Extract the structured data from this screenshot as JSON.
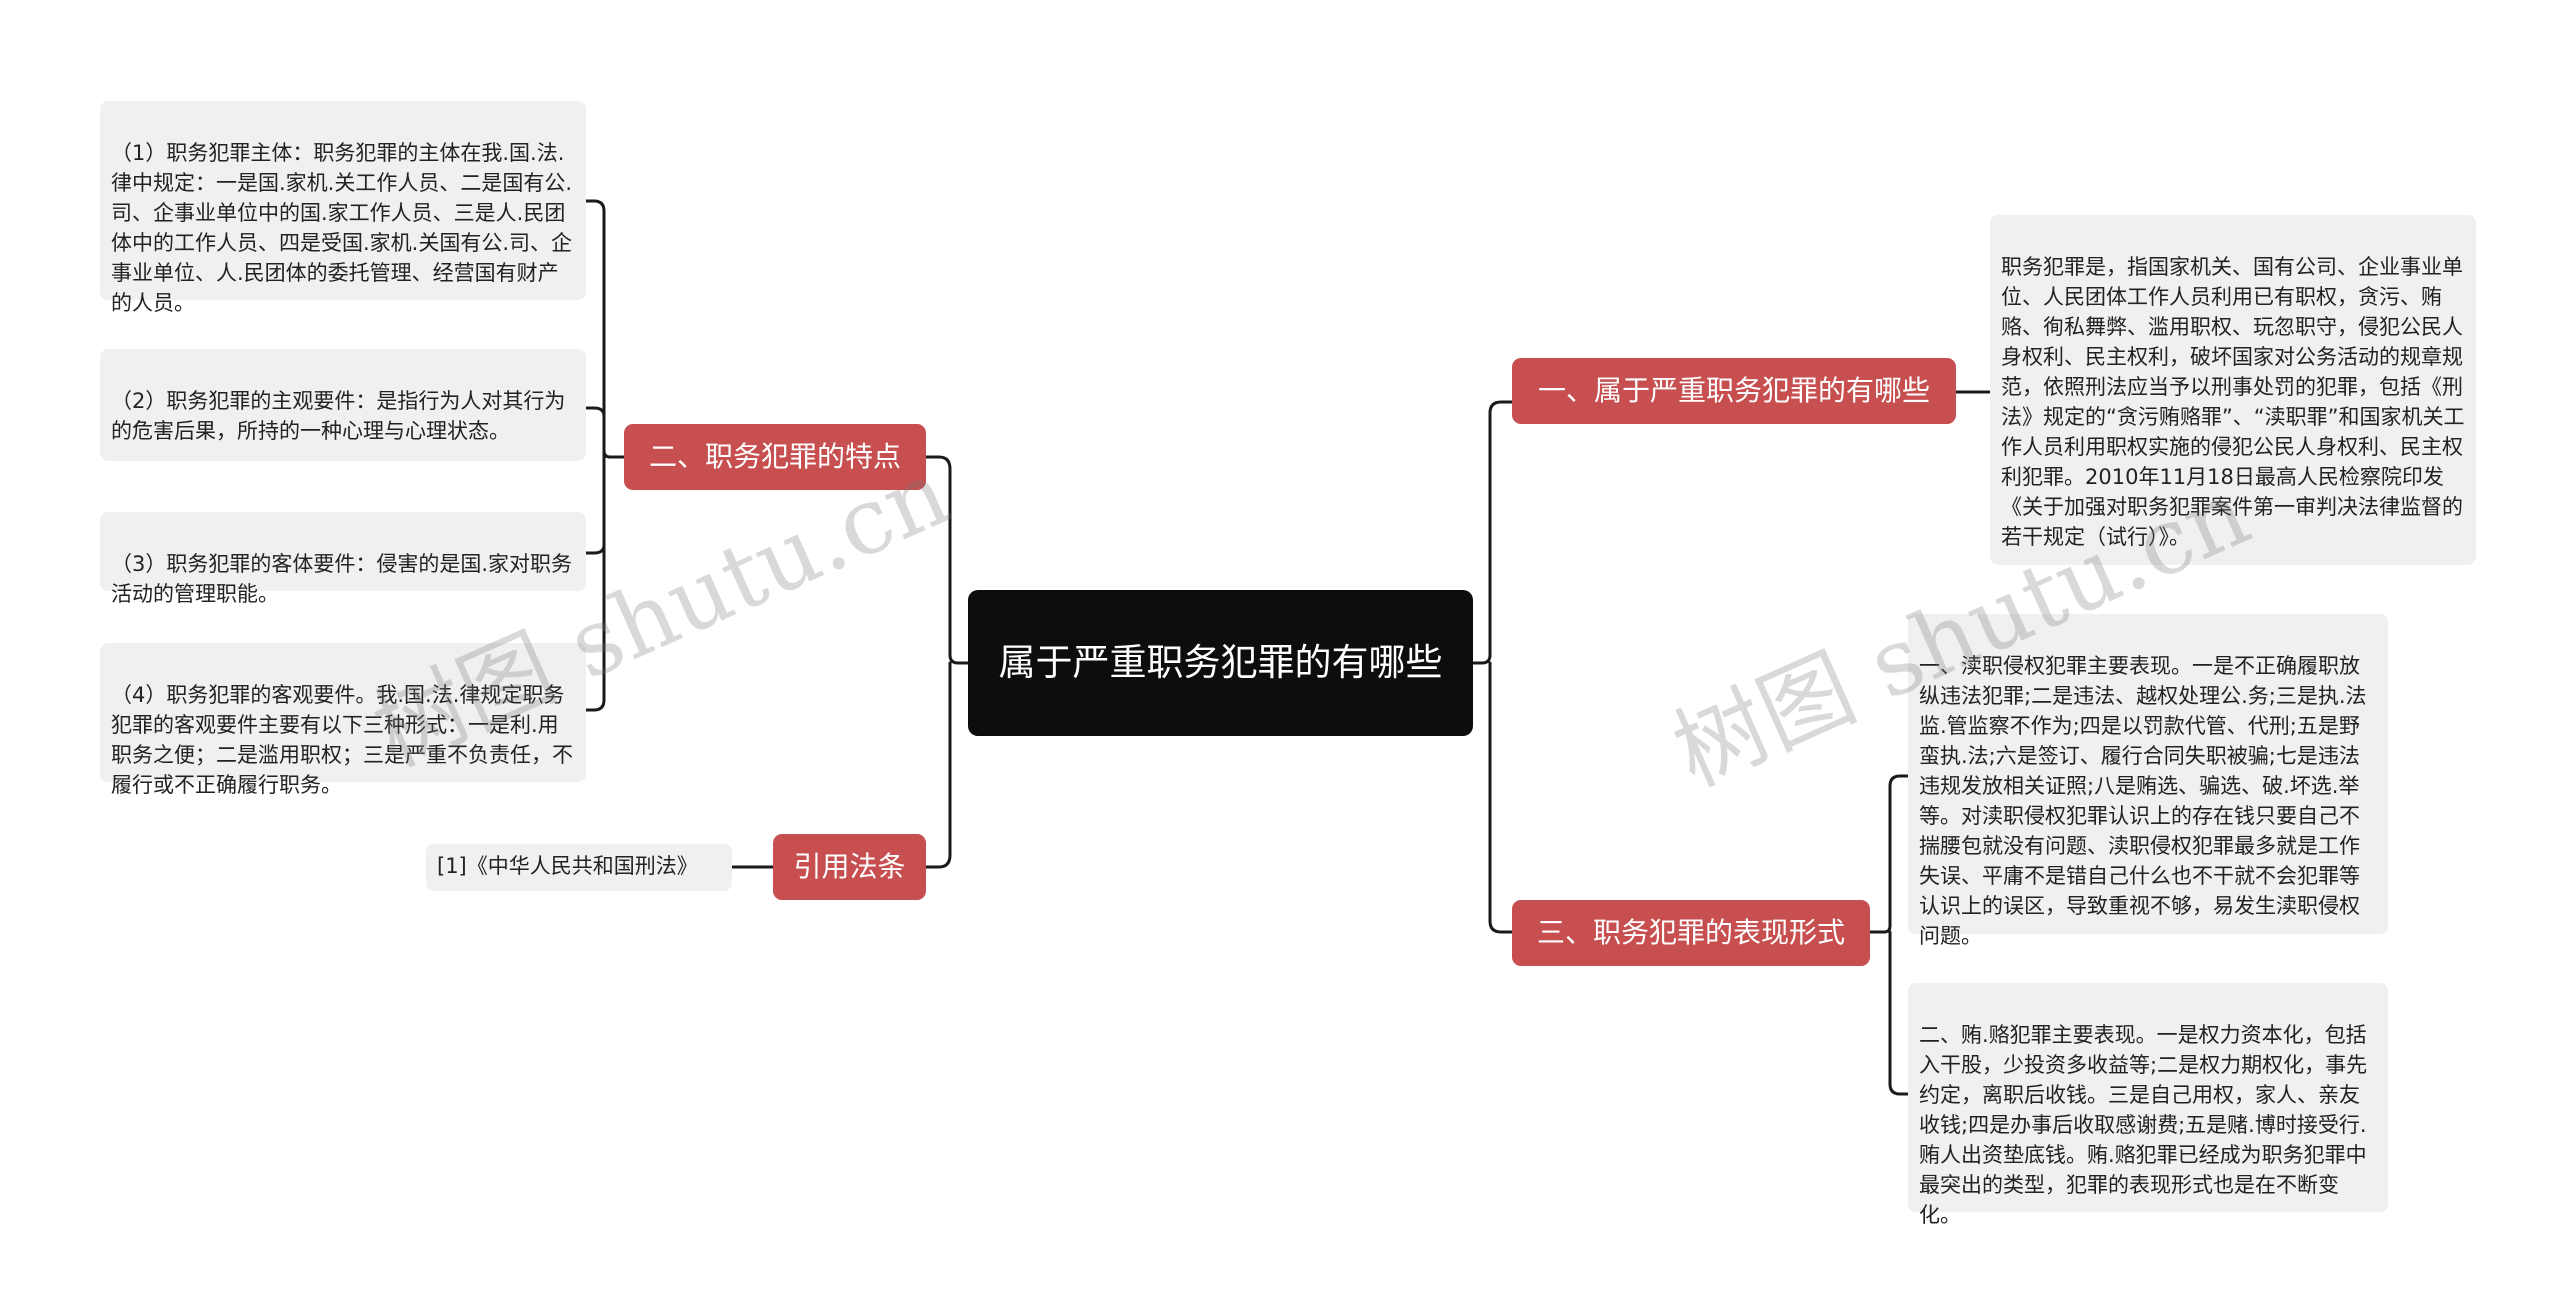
{
  "root": {
    "label": "属于严重职务犯罪的有哪些"
  },
  "branches": [
    {
      "label": "一、属于严重职务犯罪的有哪些",
      "leaves": [
        "职务犯罪是，指国家机关、国有公司、企业事业单位、人民团体工作人员利用已有职权，贪污、贿赂、徇私舞弊、滥用职权、玩忽职守，侵犯公民人身权利、民主权利，破坏国家对公务活动的规章规范，依照刑法应当予以刑事处罚的犯罪，包括《刑法》规定的“贪污贿赂罪”、“渎职罪”和国家机关工作人员利用职权实施的侵犯公民人身权利、民主权利犯罪。2010年11月18日最高人民检察院印发《关于加强对职务犯罪案件第一审判决法律监督的若干规定（试行）》。"
      ]
    },
    {
      "label": "二、职务犯罪的特点",
      "leaves": [
        "（1）职务犯罪主体：职务犯罪的主体在我.国.法.律中规定：一是国.家机.关工作人员、二是国有公.司、企事业单位中的国.家工作人员、三是人.民团体中的工作人员、四是受国.家机.关国有公.司、企事业单位、人.民团体的委托管理、经营国有财产的人员。",
        "（2）职务犯罪的主观要件：是指行为人对其行为的危害后果，所持的一种心理与心理状态。",
        "（3）职务犯罪的客体要件：侵害的是国.家对职务活动的管理职能。",
        "（4）职务犯罪的客观要件。我.国.法.律规定职务犯罪的客观要件主要有以下三种形式：一是利.用职务之便；二是滥用职权；三是严重不负责任，不履行或不正确履行职务。"
      ]
    },
    {
      "label": "三、职务犯罪的表现形式",
      "leaves": [
        "一、渎职侵权犯罪主要表现。一是不正确履职放纵违法犯罪;二是违法、越权处理公.务;三是执.法监.管监察不作为;四是以罚款代管、代刑;五是野蛮执.法;六是签订、履行合同失职被骗;七是违法违规发放相关证照;八是贿选、骗选、破.坏选.举等。对渎职侵权犯罪认识上的存在钱只要自己不揣腰包就没有问题、渎职侵权犯罪最多就是工作失误、平庸不是错自己什么也不干就不会犯罪等认识上的误区，导致重视不够，易发生渎职侵权问题。",
        "二、贿.赂犯罪主要表现。一是权力资本化，包括入干股，少投资多收益等;二是权力期权化，事先约定，离职后收钱。三是自己用权，家人、亲友收钱;四是办事后收取感谢费;五是赌.博时接受行.贿人出资垫底钱。贿.赂犯罪已经成为职务犯罪中最突出的类型，犯罪的表现形式也是在不断变化。"
      ]
    },
    {
      "label": "引用法条",
      "leaves": [
        "[1]《中华人民共和国刑法》"
      ]
    }
  ],
  "watermarks": [
    "树图 shutu.cn",
    "树图 shutu.cn"
  ]
}
